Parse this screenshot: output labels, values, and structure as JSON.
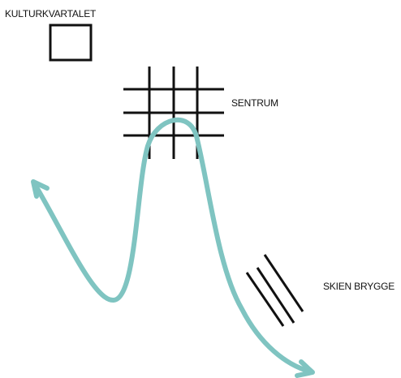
{
  "labels": {
    "kulturkvartalet": "KULTURKVARTALET",
    "sentrum": "SENTRUM",
    "skien_brygge": "SKIEN BRYGGE"
  },
  "colors": {
    "route": "#7fc4c1",
    "ink": "#111111"
  }
}
